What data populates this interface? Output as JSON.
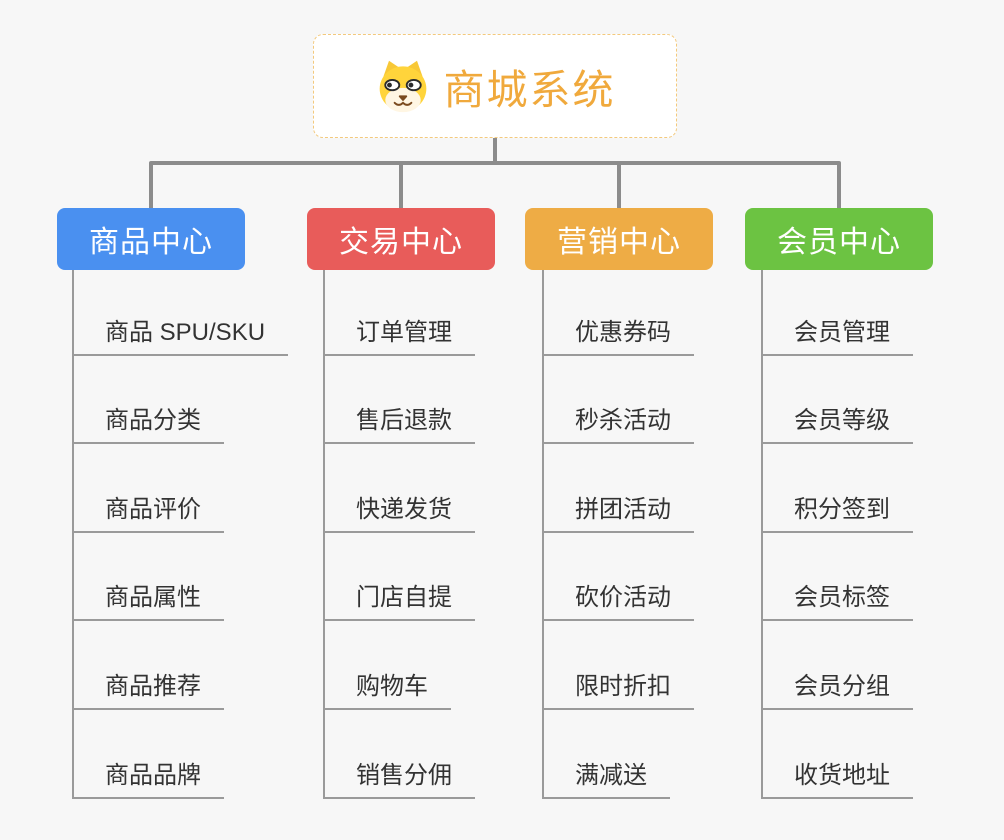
{
  "root": {
    "title": "商城系统",
    "icon": "dog-face-icon",
    "text_color": "#f0a93c",
    "border_color": "#f3c97d"
  },
  "colors": {
    "background": "#f7f7f7",
    "connector": "#8c8c8c",
    "child_line": "#9a9a9a",
    "child_text": "#333333"
  },
  "branches": [
    {
      "label": "商品中心",
      "color": "#4a90f0",
      "children": [
        "商品 SPU/SKU",
        "商品分类",
        "商品评价",
        "商品属性",
        "商品推荐",
        "商品品牌"
      ]
    },
    {
      "label": "交易中心",
      "color": "#e85c5a",
      "children": [
        "订单管理",
        "售后退款",
        "快递发货",
        "门店自提",
        "购物车",
        "销售分佣"
      ]
    },
    {
      "label": "营销中心",
      "color": "#eeac45",
      "children": [
        "优惠券码",
        "秒杀活动",
        "拼团活动",
        "砍价活动",
        "限时折扣",
        "满减送"
      ]
    },
    {
      "label": "会员中心",
      "color": "#6cc342",
      "children": [
        "会员管理",
        "会员等级",
        "积分签到",
        "会员标签",
        "会员分组",
        "收货地址"
      ]
    }
  ]
}
